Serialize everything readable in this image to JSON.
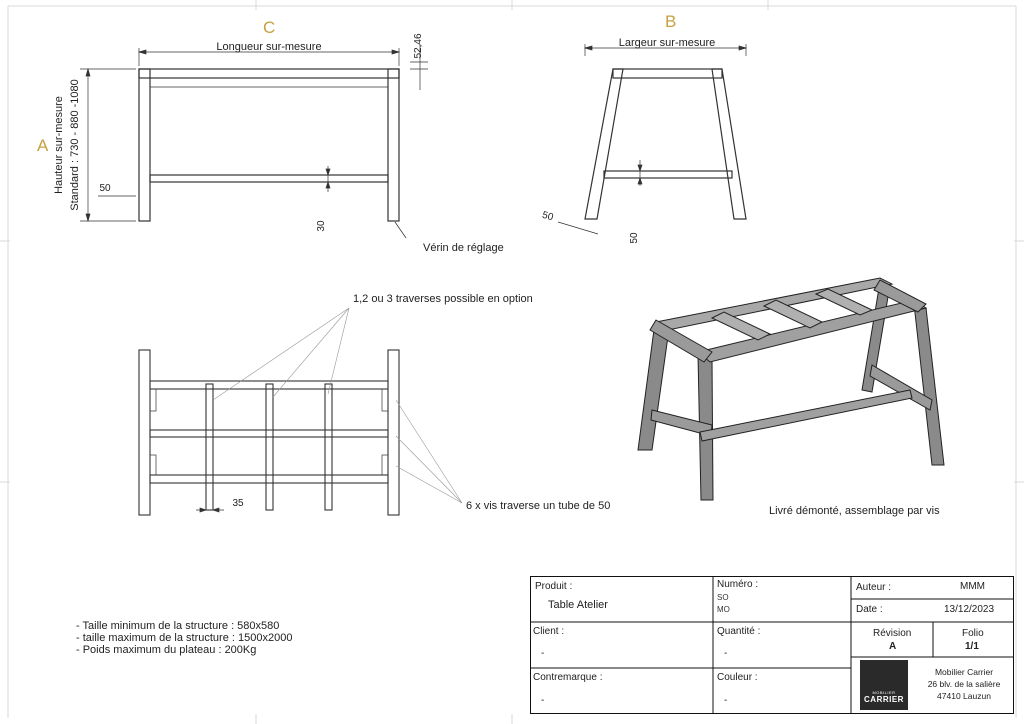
{
  "views": {
    "letter_c": "C",
    "letter_b": "B",
    "letter_a": "A",
    "color_letters": "#c8a040"
  },
  "dimensions": {
    "length": "Longueur sur-mesure",
    "width": "Largeur sur-mesure",
    "height_line1": "Hauteur sur-mesure",
    "height_line2": "Standard : 730 - 880 -1080",
    "top_rail": "52,46",
    "foot_offset": "50",
    "bottom_rail_height": "30",
    "side_foot": "50",
    "side_bottom": "50",
    "crossbar_spacing": "35"
  },
  "annotations": {
    "leveler": "Vérin de réglage",
    "crossbars_option": "1,2 ou 3 traverses possible en option",
    "screws": "6 x vis traverse un tube de 50",
    "delivery": "Livré démonté, assemblage par vis"
  },
  "specs": [
    "- Taille minimum de la structure : 580x580",
    "- taille maximum de la structure : 1500x2000",
    "- Poids maximum du plateau : 200Kg"
  ],
  "titleblock": {
    "produit_label": "Produit :",
    "produit_value": "Table Atelier",
    "numero_label": "Numéro :",
    "numero_so": "SO",
    "numero_mo": "MO",
    "auteur_label": "Auteur :",
    "auteur_value": "MMM",
    "date_label": "Date :",
    "date_value": "13/12/2023",
    "client_label": "Client :",
    "client_value": "-",
    "quantite_label": "Quantité :",
    "quantite_value": "-",
    "revision_label": "Révision",
    "revision_value": "A",
    "folio_label": "Folio",
    "folio_value": "1/1",
    "contremarque_label": "Contremarque :",
    "contremarque_value": "-",
    "couleur_label": "Couleur :",
    "couleur_value": "-",
    "company_line1": "Mobilier Carrier",
    "company_line2": "26 blv. de la salière",
    "company_line3": "47410 Lauzun",
    "logo_sub": "MOBILIER",
    "logo_main": "CARRIER"
  }
}
